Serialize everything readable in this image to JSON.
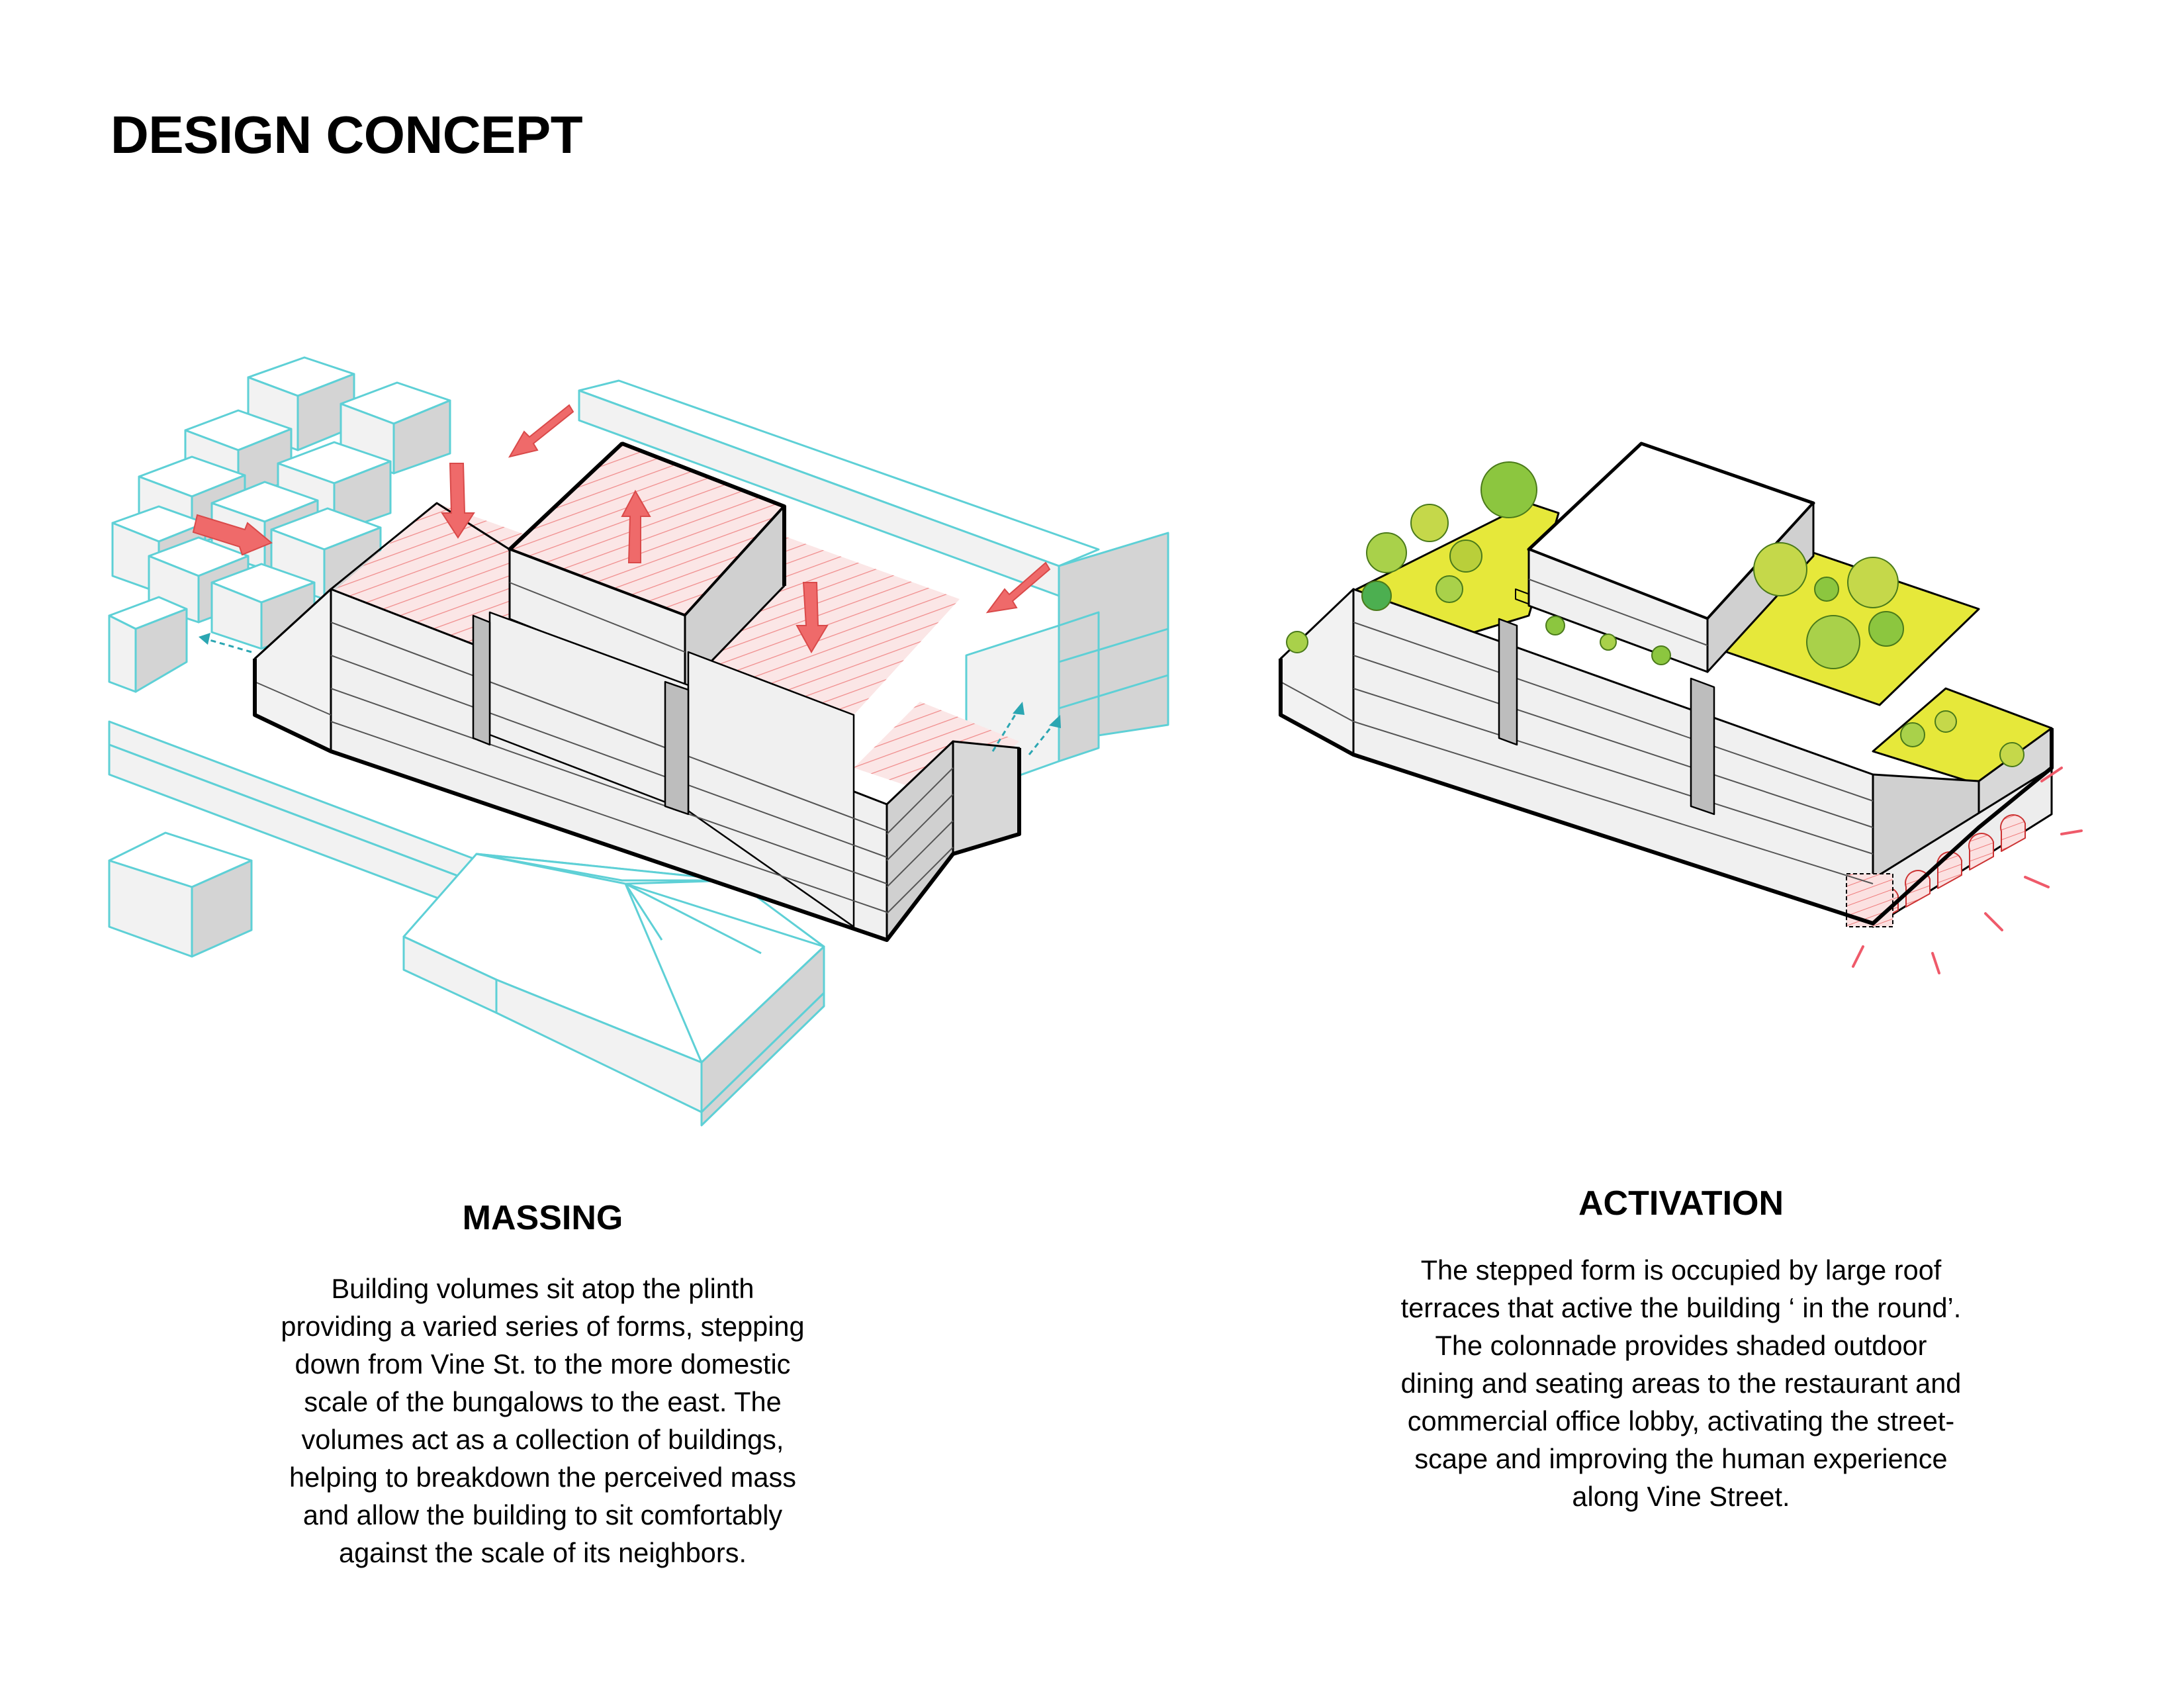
{
  "page": {
    "title": "DESIGN CONCEPT"
  },
  "massing": {
    "title": "MASSING",
    "lines": [
      "Building volumes sit atop the plinth",
      "providing a varied series of forms, stepping",
      "down from Vine St. to the more domestic",
      "scale of the bungalows to the east. The",
      "volumes act as a collection of buildings,",
      "helping to breakdown the perceived mass",
      "and allow the building to sit comfortably",
      "against the scale of its neighbors."
    ]
  },
  "activation": {
    "title": "ACTIVATION",
    "lines": [
      "The stepped form is occupied by large roof",
      "terraces that active the building ‘ in the round’.",
      "The colonnade provides shaded outdoor",
      "dining and seating areas to the restaurant and",
      "commercial office lobby, activating the street-",
      "scape and improving the human experience",
      "along Vine Street."
    ]
  },
  "colors": {
    "context_outline": "#5ed0d6",
    "building_outline": "#000000",
    "wall_light": "#f2f2f2",
    "wall_dark": "#d0d0d0",
    "arrow_red": "#ef6a6a",
    "hatch_pink": "#f4a3a3",
    "roof_green": "#e6e83a",
    "tree_green": "#8cc63f"
  }
}
